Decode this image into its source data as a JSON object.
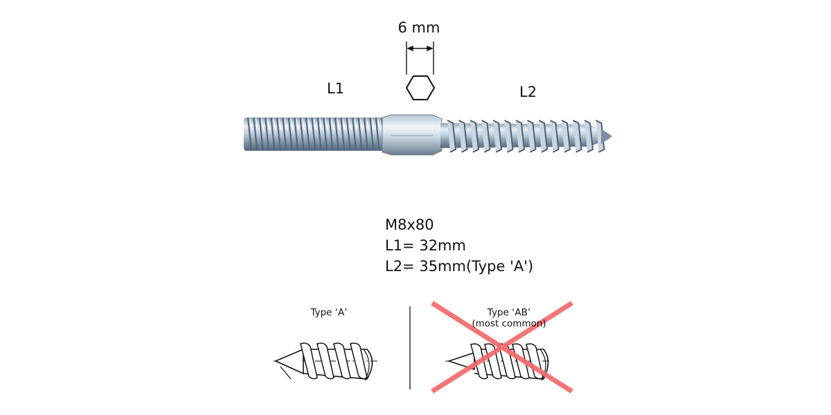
{
  "dimension_label": "6 mm",
  "labels": {
    "l1": "L1",
    "l2": "L2"
  },
  "specs": {
    "model": "M8x80",
    "l1": "L1= 32mm",
    "l2": "L2= 35mm",
    "type_note": "(Type 'A')"
  },
  "types": {
    "a_label": "Type ‘A’",
    "ab_label": "Type ‘AB’",
    "ab_note": "(most common)"
  },
  "colors": {
    "zinc_light": "#dbe6ee",
    "zinc_mid": "#9fb1c2",
    "zinc_dark": "#4d5b6a",
    "cross_red": "#f26a6a",
    "line": "#111111"
  }
}
